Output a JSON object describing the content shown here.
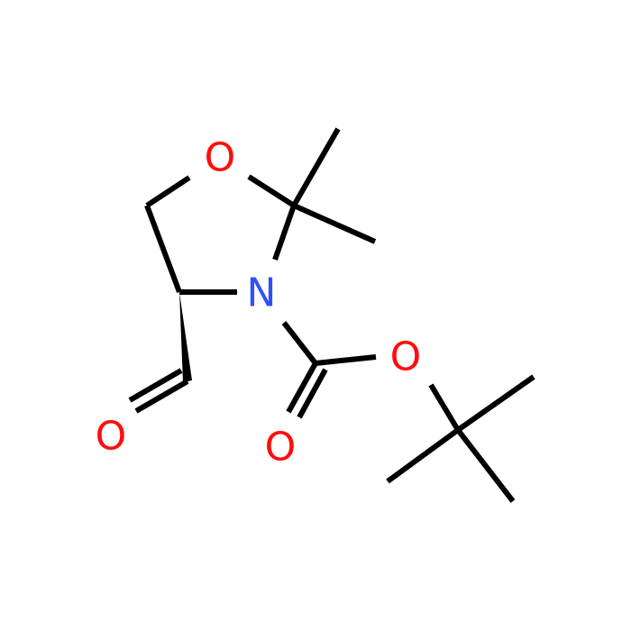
{
  "molecule": {
    "atoms": {
      "ring_oxygen": {
        "symbol": "O",
        "color": "#ff0d0d"
      },
      "ring_nitrogen": {
        "symbol": "N",
        "color": "#3050f8"
      },
      "ester_oxygen": {
        "symbol": "O",
        "color": "#ff0d0d"
      },
      "carbonyl_oxygen": {
        "symbol": "O",
        "color": "#ff0d0d"
      },
      "aldehyde_oxygen": {
        "symbol": "O",
        "color": "#ff0d0d"
      }
    },
    "bond_color": "#000000",
    "background": "#ffffff"
  }
}
